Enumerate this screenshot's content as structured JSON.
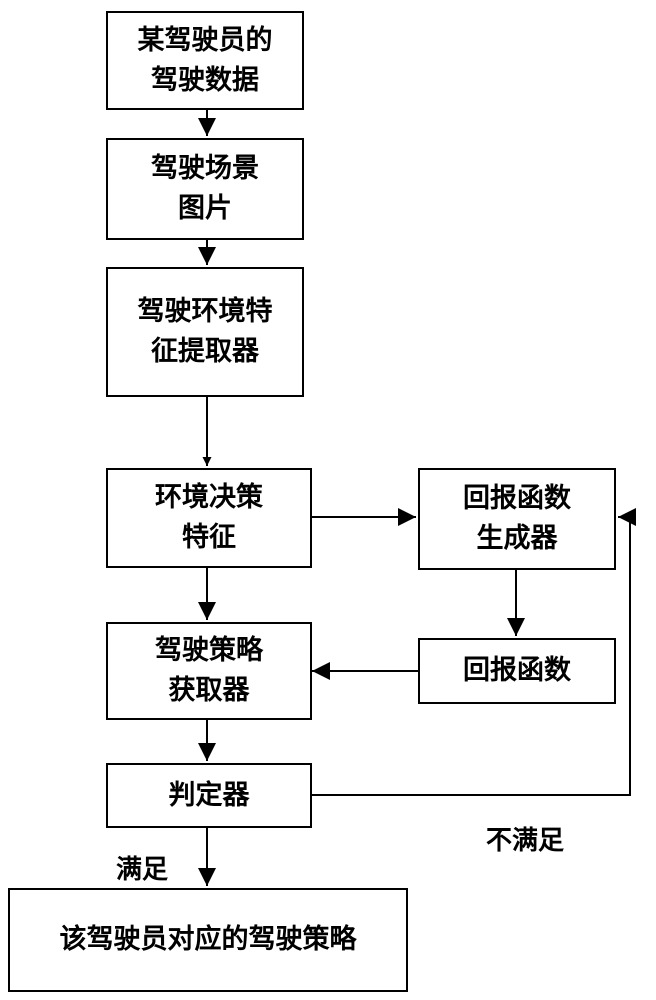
{
  "nodes": {
    "driving_data": [
      "某驾驶员的",
      "驾驶数据"
    ],
    "scene_images": [
      "驾驶场景",
      "图片"
    ],
    "env_feature_extractor": [
      "驾驶环境特",
      "征提取器"
    ],
    "env_decision_features": [
      "环境决策",
      "特征"
    ],
    "reward_function_generator": [
      "回报函数",
      "生成器"
    ],
    "reward_function": [
      "回报函数"
    ],
    "policy_acquirer": [
      "驾驶策略",
      "获取器"
    ],
    "judge": [
      "判定器"
    ],
    "driver_policy": [
      "该驾驶员对应的驾驶策略"
    ]
  },
  "edge_labels": {
    "satisfied": "满足",
    "not_satisfied": "不满足"
  }
}
